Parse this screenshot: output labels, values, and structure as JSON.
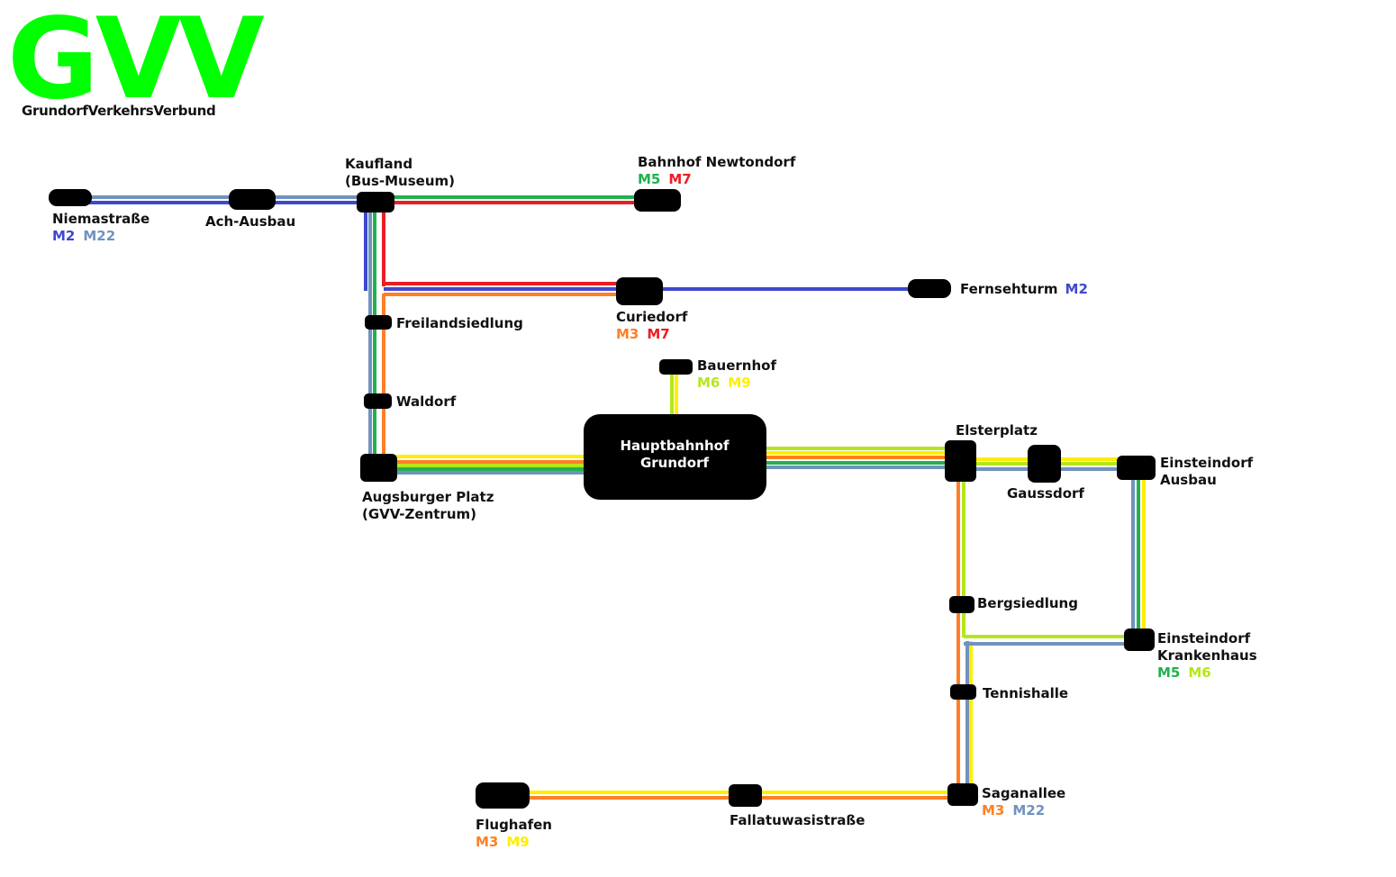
{
  "logo": {
    "title": "GVV",
    "subtitle": "GrundorfVerkehrsVerbund",
    "color": "#00ff00"
  },
  "line_colors": {
    "M2": "#3f48cc",
    "M22": "#7092be",
    "M3": "#ff7f27",
    "M5": "#22b14c",
    "M6": "#b5e61d",
    "M7": "#ed1c24",
    "M9": "#ffee00"
  },
  "stations": {
    "niemastrasse": {
      "name": [
        "Niemastraße"
      ],
      "lines": [
        "M2",
        "M22"
      ]
    },
    "ach_ausbau": {
      "name": [
        "Ach-Ausbau"
      ],
      "lines": []
    },
    "kaufland": {
      "name": [
        "Kaufland",
        "(Bus-Museum)"
      ],
      "lines": []
    },
    "bahnhof_newtondorf": {
      "name": [
        "Bahnhof Newtondorf"
      ],
      "lines": [
        "M5",
        "M7"
      ]
    },
    "curiedorf": {
      "name": [
        "Curiedorf"
      ],
      "lines": [
        "M3",
        "M7"
      ]
    },
    "fernsehturm": {
      "name": [
        "Fernsehturm"
      ],
      "lines": [
        "M2"
      ]
    },
    "freilandsiedlung": {
      "name": [
        "Freilandsiedlung"
      ],
      "lines": []
    },
    "waldorf": {
      "name": [
        "Waldorf"
      ],
      "lines": []
    },
    "bauernhof": {
      "name": [
        "Bauernhof"
      ],
      "lines": [
        "M6",
        "M9"
      ]
    },
    "augsburger_platz": {
      "name": [
        "Augsburger Platz",
        "(GVV-Zentrum)"
      ],
      "lines": []
    },
    "hauptbahnhof": {
      "name": [
        "Hauptbahnhof",
        "Grundorf"
      ],
      "lines": []
    },
    "elsterplatz": {
      "name": [
        "Elsterplatz"
      ],
      "lines": []
    },
    "gaussdorf": {
      "name": [
        "Gaussdorf"
      ],
      "lines": []
    },
    "einsteindorf_ausbau": {
      "name": [
        "Einsteindorf",
        "Ausbau"
      ],
      "lines": []
    },
    "bergsiedlung": {
      "name": [
        "Bergsiedlung"
      ],
      "lines": []
    },
    "einsteindorf_krankenhaus": {
      "name": [
        "Einsteindorf",
        "Krankenhaus"
      ],
      "lines": [
        "M5",
        "M6"
      ]
    },
    "tennishalle": {
      "name": [
        "Tennishalle"
      ],
      "lines": []
    },
    "saganallee": {
      "name": [
        "Saganallee"
      ],
      "lines": [
        "M3",
        "M22"
      ]
    },
    "flughafen": {
      "name": [
        "Flughafen"
      ],
      "lines": [
        "M3",
        "M9"
      ]
    },
    "fallatuwasistrasse": {
      "name": [
        "Fallatuwasistraße"
      ],
      "lines": []
    }
  }
}
